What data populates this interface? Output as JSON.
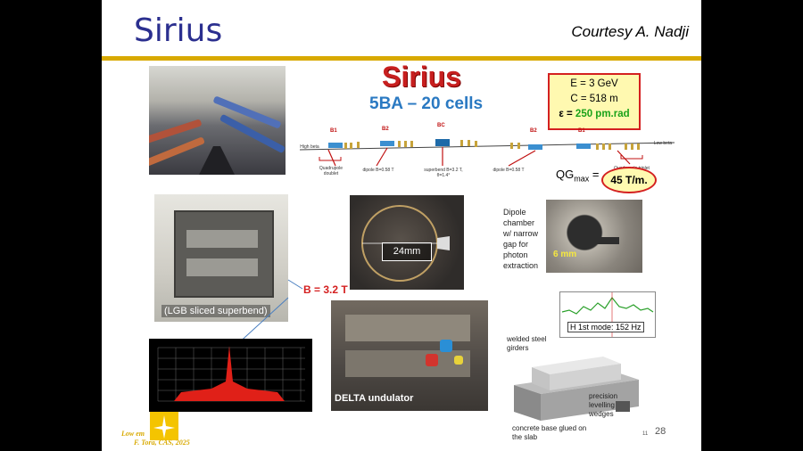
{
  "slide": {
    "title": "Sirius",
    "courtesy": "Courtesy A. Nadji",
    "big_title": "Sirius",
    "subtitle": "5BA – 20 cells",
    "params": {
      "energy": "E = 3 GeV",
      "circumference": "C = 518 m",
      "emittance_label": "ε = ",
      "emittance_value": "250 pm.rad"
    },
    "qg_label": "QG",
    "qg_sub": "max",
    "qg_eq": " = ",
    "qg_value": "45 T/m.",
    "lattice": {
      "magnets": [
        "B1",
        "B2",
        "BC",
        "B2",
        "B1"
      ],
      "labels": {
        "quad_doublet": "Quadrupole doublet",
        "dipole_left": "dipole B=0.58 T",
        "superbend": "superbend B=3.2 T, θ=1.4°",
        "dipole_right": "dipole B=0.58 T",
        "quad_triplet": "Quadrupole triplet",
        "high_beta": "High beta",
        "low_beta": "Low beta"
      }
    },
    "superbend_label": "(LGB sliced superbend)",
    "b_field": "B = 3.2 T",
    "chamber_label": "24mm",
    "dipole_chamber_text": [
      "Dipole",
      "chamber",
      "w/ narrow",
      "gap for",
      "photon",
      "extraction"
    ],
    "gap_label": "6 mm",
    "undulator_label": "DELTA undulator",
    "mode_label": "H 1st mode: 152 Hz",
    "girder_labels": {
      "steel": "welded steel girders",
      "levelling": "precision levelling wedges",
      "concrete": "concrete base glued on the slab"
    },
    "page_number": "28",
    "small_page": "11",
    "footer_line1": "Low em",
    "footer_line2": "F. Tora, CAS, 2025"
  },
  "colors": {
    "accent_blue": "#2b2f8f",
    "rule_gold": "#d8a900",
    "emphasis_red": "#c71f1f",
    "cell_blue": "#2a79c2",
    "eps_green": "#1aa31a"
  }
}
